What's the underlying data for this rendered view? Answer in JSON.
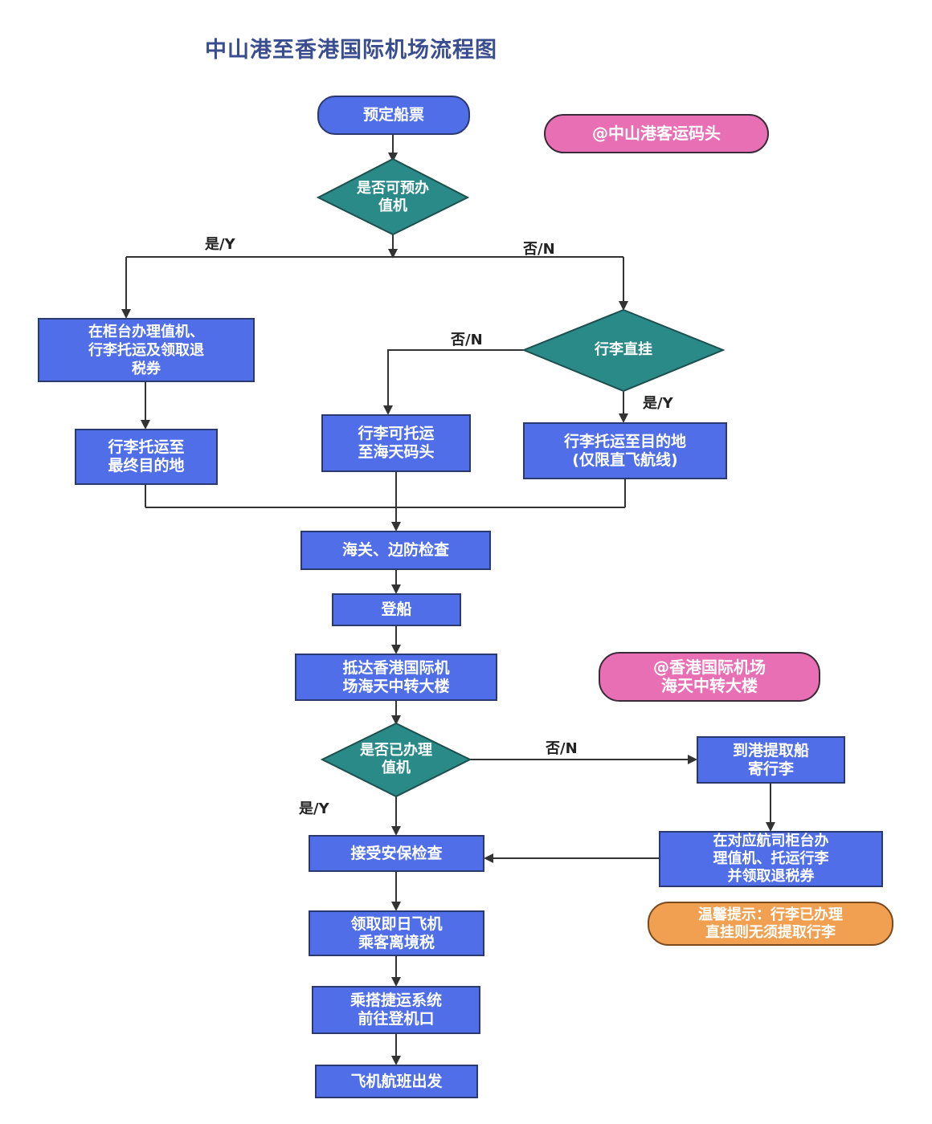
{
  "title": "中山港至香港国际机场流程图",
  "nodes": {
    "book_ticket": "预定船票",
    "can_precheck": "是否可预办\n值机",
    "counter_checkin": "在柜台办理值机、\n行李托运及领取退\n税券",
    "baggage_final": "行李托运至\n最终目的地",
    "baggage_through": "行李直挂",
    "baggage_skypier": "行李可托运\n至海天码头",
    "baggage_direct": "行李托运至目的地\n(仅限直飞航线)",
    "customs": "海关、边防检查",
    "board_ship": "登船",
    "arrive": "抵达香港国际机\n场海天中转大楼",
    "checked_in": "是否已办理\n值机",
    "pickup": "到港提取船\n寄行李",
    "airline_counter": "在对应航司柜台办\n理值机、托运行李\n并领取退税券",
    "security": "接受安保检查",
    "departure_tax": "领取即日飞机\n乘客离境税",
    "apm": "乘搭捷运系统\n前往登机口",
    "depart": "飞机航班出发"
  },
  "notes": {
    "zhongshan": "@中山港客运码头",
    "hkia": "@香港国际机场\n海天中转大楼",
    "tip": "温馨提示：行李已办理\n直挂则无须提取行李"
  },
  "labels": {
    "yes1": "是/Y",
    "no1": "否/N",
    "no2": "否/N",
    "yes2": "是/Y",
    "no3": "否/N",
    "yes3": "是/Y"
  }
}
